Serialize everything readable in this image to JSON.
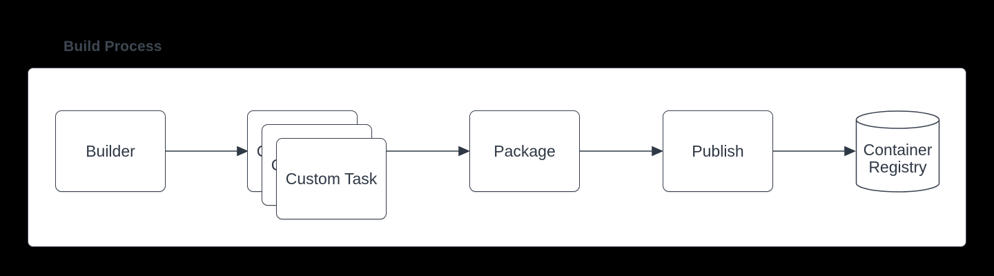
{
  "title": "Build Process",
  "colors": {
    "page_bg": "#000000",
    "panel_bg": "#ffffff",
    "stroke": "#39414F",
    "text": "#2E3744",
    "title": "#3E4853"
  },
  "nodes": {
    "builder": {
      "label": "Builder",
      "shape": "rectangle"
    },
    "custom_task": {
      "label": "Custom Task",
      "shape": "stacked-rectangles",
      "copies": 3
    },
    "package": {
      "label": "Package",
      "shape": "rectangle"
    },
    "publish": {
      "label": "Publish",
      "shape": "rectangle"
    },
    "container_registry": {
      "label": "Container Registry",
      "shape": "cylinder"
    }
  },
  "edges": [
    {
      "from": "Builder",
      "to": "Custom Task"
    },
    {
      "from": "Custom Task",
      "to": "Package"
    },
    {
      "from": "Package",
      "to": "Publish"
    },
    {
      "from": "Publish",
      "to": "Container Registry"
    }
  ]
}
